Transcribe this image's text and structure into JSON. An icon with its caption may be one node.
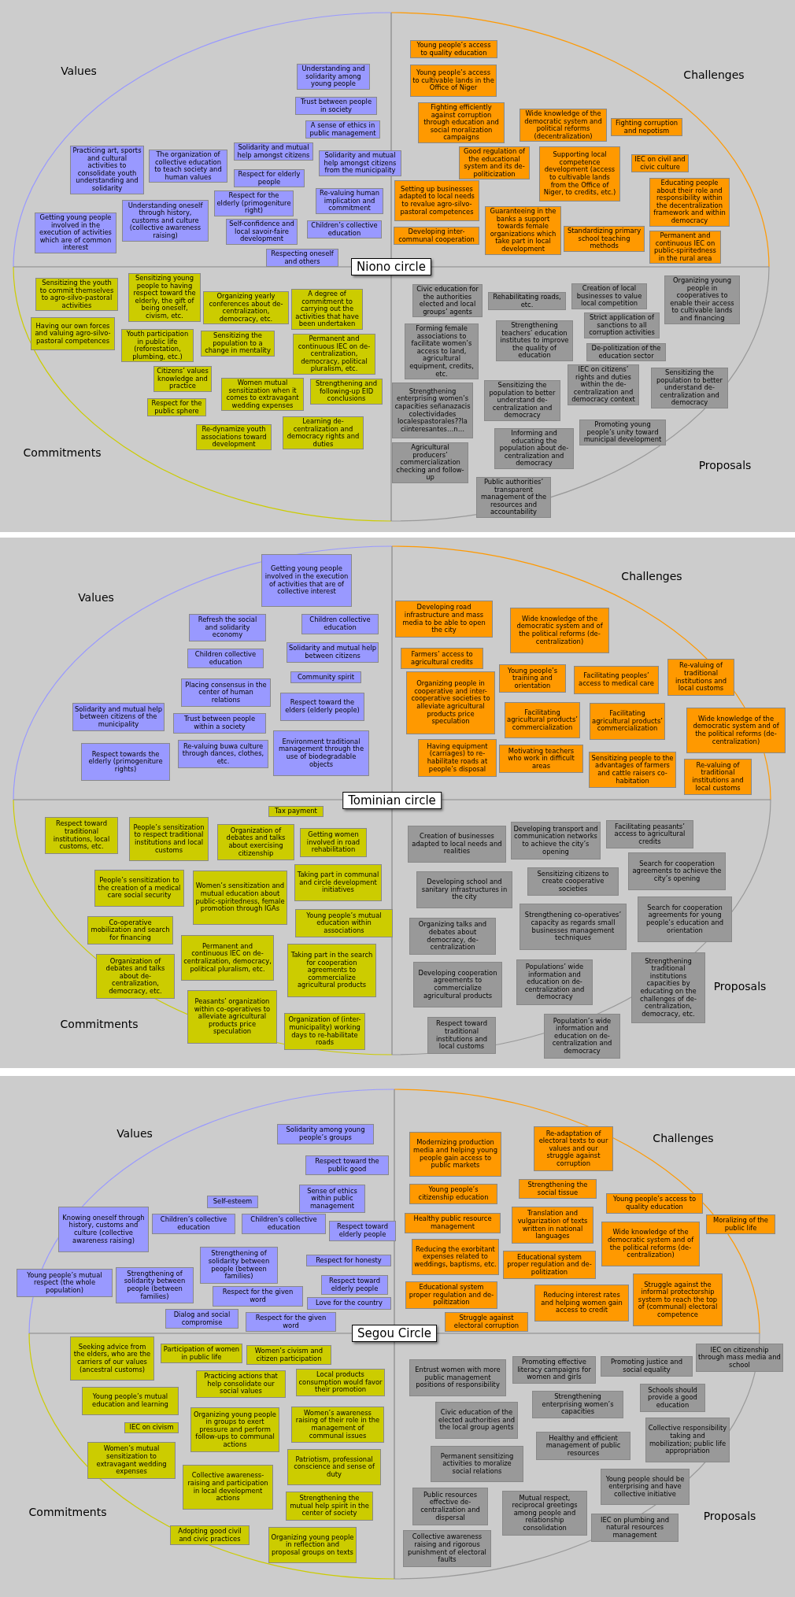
{
  "diagram": {
    "nodes": [
      {
        "text": [
          "Niono circle"
        ]
      },
      {
        "text": [
          "Understanding and solidarity among young people"
        ]
      },
      {
        "text": [
          "Trust between people in society"
        ]
      },
      {
        "text": [
          "A sense of ethics in public management"
        ]
      },
      {
        "text": [
          "Solidarity and mutual help amongst citizens"
        ]
      },
      {
        "text": [
          "Practicing art, sports and cultural activities to consolidate youth understanding and solidarity"
        ]
      },
      {
        "text": [
          "The organization of collective education to teach society and human values"
        ]
      },
      {
        "text": [
          "Solidarity and mutual help amongst citizens from the municipality"
        ]
      },
      {
        "text": [
          "Respect for elderly people"
        ]
      },
      {
        "text": [
          "Respect for the elderly (primogeniture right)"
        ]
      },
      {
        "text": [
          "Re-valuing human implication and commitment"
        ]
      },
      {
        "text": [
          "Understanding oneself through history, customs and culture (collective awareness raising)"
        ]
      },
      {
        "text": [
          "Getting young people involved in the execution of activities which are of common interest"
        ]
      },
      {
        "text": [
          "Self-confidence and local savoir-faire development"
        ]
      },
      {
        "text": [
          "Children’s collective education"
        ]
      },
      {
        "text": [
          "Respecting oneself and others"
        ]
      },
      {
        "text": [
          "Young people’s access to quality education"
        ]
      },
      {
        "text": [
          "Young people’s access to cultivable lands in the Office of Niger"
        ]
      },
      {
        "text": [
          "Fighting efficiently against corruption through education and social moralization campaigns"
        ]
      },
      {
        "text": [
          "Wide knowledge of the democratic system and political reforms (decentralization)"
        ]
      },
      {
        "text": [
          "Fighting corruption and nepotism"
        ]
      },
      {
        "text": [
          "Good regulation of the educational system and its de-politicization"
        ]
      },
      {
        "text": [
          "Supporting local competence development (access to cultivable lands from the Office of Niger, to credits, etc.)"
        ]
      },
      {
        "text": [
          "IEC on civil and civic culture"
        ]
      },
      {
        "text": [
          "Setting up businesses adapted to local needs to revalue agro-silvo-pastoral competences"
        ]
      },
      {
        "text": [
          "Educating people about their role and responsibility within the decentralization framework and within democracy"
        ]
      },
      {
        "text": [
          "Developing inter-communal cooperation"
        ]
      },
      {
        "text": [
          "Guaranteeing in the banks a support towards female organizations which take part in local development"
        ]
      },
      {
        "text": [
          "Standardizing primary school teaching methods"
        ]
      },
      {
        "text": [
          "Permanent and continuous IEC on public-spiritedness in the rural area"
        ]
      },
      {
        "text": [
          "Sensitizing the youth to commit themselves to agro-silvo-pastoral activities"
        ]
      },
      {
        "text": [
          "Sensitizing young people to having respect toward the elderly, the gift of being oneself, civism, etc."
        ]
      },
      {
        "text": [
          "Organizing yearly conferences about de-centralization, democracy, etc."
        ]
      },
      {
        "text": [
          "A degree of commitment to carrying out the activities that have been undertaken"
        ]
      },
      {
        "text": [
          "Having our own forces and valuing agro-silvo-pastoral competences"
        ]
      },
      {
        "text": [
          "Youth participation in public life (reforestation, plumbing, etc.)"
        ]
      },
      {
        "text": [
          "Sensitizing the population to a change in mentality"
        ]
      },
      {
        "text": [
          "Permanent and continuous IEC on de-centralization, democracy, political pluralism, etc."
        ]
      },
      {
        "text": [
          "Citizens’ values knowledge and practice"
        ]
      },
      {
        "text": [
          "Women mutual sensitization when it comes to extravagant wedding expenses"
        ]
      },
      {
        "text": [
          "Strengthening and following-up EID conclusions"
        ]
      },
      {
        "text": [
          "Respect for the public sphere"
        ]
      },
      {
        "text": [
          "Re-dynamize youth associations toward development"
        ]
      },
      {
        "text": [
          "Learning de-centralization and democracy rights and duties"
        ]
      },
      {
        "text": [
          "Civic education for the authorities elected and local groups’ agents"
        ]
      },
      {
        "text": [
          "Rehabilitating roads, etc."
        ]
      },
      {
        "text": [
          "Creation of local businesses to value local competition"
        ]
      },
      {
        "text": [
          "Organizing young people in cooperatives to enable their access to cultivable lands and financing"
        ]
      },
      {
        "text": [
          "Forming female associations to facilitate women’s access to land, agricultural equipment, credits, etc."
        ]
      },
      {
        "text": [
          "Strengthening teachers’ education institutes to improve the quality of education"
        ]
      },
      {
        "text": [
          "Strict application of sanctions to all corruption activities"
        ]
      },
      {
        "text": [
          "De-politization of the education sector"
        ]
      },
      {
        "text": [
          "Strengthening enterprising women’s capacities señanazacis colectividades localespastorales??la ciinteresantes…n…"
        ]
      },
      {
        "text": [
          "Sensitizing the population to better understand de-centralization and democracy"
        ]
      },
      {
        "text": [
          "IEC on citizens’ rights and duties within the de-centralization and democracy context"
        ]
      },
      {
        "text": [
          "Sensitizing the population to better understand de-centralization and democracy"
        ]
      },
      {
        "text": [
          "Agricultural producers’ commercialization checking and follow-up"
        ]
      },
      {
        "text": [
          "Informing and educating the population about de-centralization and democracy"
        ]
      },
      {
        "text": [
          "Promoting young people’s unity toward municipal development"
        ]
      },
      {
        "text": [
          "Public authorities’ transparent management of the resources and accountability"
        ]
      },
      {
        "text": [
          "Tominian circle"
        ]
      },
      {
        "text": [
          "Getting young people involved in the execution of activities that are of collective interest"
        ]
      },
      {
        "text": [
          "Refresh the social and solidarity economy"
        ]
      },
      {
        "text": [
          "Children collective education"
        ]
      },
      {
        "text": [
          "Children collective education"
        ]
      },
      {
        "text": [
          "Solidarity and mutual help between citizens"
        ]
      },
      {
        "text": [
          "Community spirit"
        ]
      },
      {
        "text": [
          "Placing consensus in the center of human relations"
        ]
      },
      {
        "text": [
          "Respect toward the elders (elderly people)"
        ]
      },
      {
        "text": [
          "Solidarity and mutual help between citizens of the municipality"
        ]
      },
      {
        "text": [
          "Trust between people within a society"
        ]
      },
      {
        "text": [
          "Environment traditional management through the use of biodegradable objects"
        ]
      },
      {
        "text": [
          "Respect towards the elderly (primogeniture rights)"
        ]
      },
      {
        "text": [
          "Re-valuing buwa culture through dances, clothes, etc."
        ]
      },
      {
        "text": [
          "Developing road infrastructure and mass media to be able to open the city"
        ]
      },
      {
        "text": [
          "Wide knowledge of the democratic system and of the political reforms (de-centralization)"
        ]
      },
      {
        "text": [
          "Farmers’ access to agricultural credits"
        ]
      },
      {
        "text": [
          "Young people’s training and orientation"
        ]
      },
      {
        "text": [
          "Facilitating peoples’ access to medical care"
        ]
      },
      {
        "text": [
          "Re-valuing of traditional institutions and local customs"
        ]
      },
      {
        "text": [
          "Organizing people in cooperative and inter-cooperative societies to alleviate agricultural products price speculation"
        ]
      },
      {
        "text": [
          "Facilitating agricultural products’ commercialization"
        ]
      },
      {
        "text": [
          "Facilitating agricultural products’ commercialization"
        ]
      },
      {
        "text": [
          "Wide knowledge of the democratic system and of the political reforms (de-centralization)"
        ]
      },
      {
        "text": [
          "Having equipment (carriages) to re-habilitate roads at people’s disposal"
        ]
      },
      {
        "text": [
          "Motivating teachers who work in difficult areas"
        ]
      },
      {
        "text": [
          "Sensitizing people to the advantages of farmers and cattle raisers co-habitation"
        ]
      },
      {
        "text": [
          "Re-valuing of traditional institutions and local customs"
        ]
      },
      {
        "text": [
          "Tax payment"
        ]
      },
      {
        "text": [
          "Respect toward traditional institutions, local customs, etc."
        ]
      },
      {
        "text": [
          "People’s sensitization to respect traditional institutions and local customs"
        ]
      },
      {
        "text": [
          "Organization of debates and talks about exercising citizenship"
        ]
      },
      {
        "text": [
          "Getting women involved in road rehabilitation"
        ]
      },
      {
        "text": [
          "People’s sensitization to the creation of a medical care social security"
        ]
      },
      {
        "text": [
          "Women’s sensitization and mutual education about public-spiritedness, female promotion through IGAs"
        ]
      },
      {
        "text": [
          "Taking part in communal and circle development initiatives"
        ]
      },
      {
        "text": [
          "Co-operative mobilization and search for financing"
        ]
      },
      {
        "text": [
          "Young people’s mutual education within associations"
        ]
      },
      {
        "text": [
          "Permanent and continuous IEC on de-centralization, democracy, political pluralism, etc."
        ]
      },
      {
        "text": [
          "Organization of debates and talks about de-centralization, democracy, etc."
        ]
      },
      {
        "text": [
          "Taking part in the search for cooperation agreements to commercialize agricultural products"
        ]
      },
      {
        "text": [
          "Peasants’ organization within co-operatives to alleviate agricultural products price speculation"
        ]
      },
      {
        "text": [
          "Organization of (inter-municipality) working days to re-habilitate roads"
        ]
      },
      {
        "text": [
          "Creation of businesses adapted to local needs and realities"
        ]
      },
      {
        "text": [
          "Developing transport and communication networks to achieve the city’s opening"
        ]
      },
      {
        "text": [
          "Facilitating peasants’ access to agricultural credits"
        ]
      },
      {
        "text": [
          "Developing school and sanitary infrastructures in the city"
        ]
      },
      {
        "text": [
          "Sensitizing citizens to create cooperative societies"
        ]
      },
      {
        "text": [
          "Search for cooperation agreements to achieve the city’s opening"
        ]
      },
      {
        "text": [
          "Organizing talks and debates about democracy, de-centralization"
        ]
      },
      {
        "text": [
          "Strengthening co-operatives’ capacity as regards small businesses management techniques"
        ]
      },
      {
        "text": [
          "Search for cooperation agreements for young people’s education and orientation"
        ]
      },
      {
        "text": [
          "Developing cooperation agreements to commercialize agricultural products"
        ]
      },
      {
        "text": [
          "Populations’ wide information and education on de-centralization and democracy"
        ]
      },
      {
        "text": [
          "Strengthening traditional institutions capacities by educating on the challenges of de-centralization, democracy, etc."
        ]
      },
      {
        "text": [
          "Respect toward traditional institutions and local customs"
        ]
      },
      {
        "text": [
          "Population’s wide information and education on de-centralization and democracy"
        ]
      },
      {
        "text": [
          "Segou Circle"
        ]
      },
      {
        "text": [
          "Solidarity among young people’s groups"
        ]
      },
      {
        "text": [
          "Respect toward the public good"
        ]
      },
      {
        "text": [
          "Sense of ethics within public management"
        ]
      },
      {
        "text": [
          "Self-esteem"
        ]
      },
      {
        "text": [
          "Knowing oneself through history, customs and culture (collective awareness raising)"
        ]
      },
      {
        "text": [
          "Children’s collective education"
        ]
      },
      {
        "text": [
          "Children’s collective education"
        ]
      },
      {
        "text": [
          "Respect toward elderly people"
        ]
      },
      {
        "text": [
          "Strengthening of solidarity between people (between families)"
        ]
      },
      {
        "text": [
          "Respect for honesty"
        ]
      },
      {
        "text": [
          "Young people’s mutual respect (the whole population)"
        ]
      },
      {
        "text": [
          "Strengthening of solidarity between people (between families)"
        ]
      },
      {
        "text": [
          "Respect toward elderly people"
        ]
      },
      {
        "text": [
          "Respect for the given word"
        ]
      },
      {
        "text": [
          "Love for the country"
        ]
      },
      {
        "text": [
          "Dialog and social compromise"
        ]
      },
      {
        "text": [
          "Respect for the given word"
        ]
      },
      {
        "text": [
          "Modernizing production media and helping young people gain access to public markets"
        ]
      },
      {
        "text": [
          "Re-adaptation of electoral texts to our values and our struggle against corruption"
        ]
      },
      {
        "text": [
          "Strengthening the social tissue"
        ]
      },
      {
        "text": [
          "Young people’s citizenship education"
        ]
      },
      {
        "text": [
          "Young people’s access to quality education"
        ]
      },
      {
        "text": [
          "Moralizing of the public life"
        ]
      },
      {
        "text": [
          "Healthy public resource management"
        ]
      },
      {
        "text": [
          "Translation and vulgarization of texts written in national languages"
        ]
      },
      {
        "text": [
          "Wide knowledge of the democratic system and of the political reforms (de-centralization)"
        ]
      },
      {
        "text": [
          "Reducing the exorbitant expenses related to weddings, baptisms, etc."
        ]
      },
      {
        "text": [
          "Educational system proper regulation and de-politization"
        ]
      },
      {
        "text": [
          "Educational system proper regulation and de-politization"
        ]
      },
      {
        "text": [
          "Reducing interest rates and helping women gain access to credit"
        ]
      },
      {
        "text": [
          "Struggle against the informal protectorship system to reach the top of (communal) electoral competence"
        ]
      },
      {
        "text": [
          "Struggle against electoral corruption"
        ]
      },
      {
        "text": [
          "Seeking advice from the elders, who are the carriers of our values (ancestral customs)"
        ]
      },
      {
        "text": [
          "Participation of women in public life"
        ]
      },
      {
        "text": [
          "Women’s civism and citizen participation"
        ]
      },
      {
        "text": [
          "Practicing actions that help consolidate our social values"
        ]
      },
      {
        "text": [
          "Local products consumption would favor their promotion"
        ]
      },
      {
        "text": [
          "Young people’s mutual education and learning"
        ]
      },
      {
        "text": [
          "IEC on civism"
        ]
      },
      {
        "text": [
          "Organizing young people in groups to exert pressure and perform follow-ups to communal actions"
        ]
      },
      {
        "text": [
          "Women’s awareness raising of their role in the management of communal issues"
        ]
      },
      {
        "text": [
          "Women’s mutual sensitization to extravagant wedding expenses"
        ]
      },
      {
        "text": [
          "Patriotism, professional conscience and sense of duty"
        ]
      },
      {
        "text": [
          "Collective awareness-raising and participation in local development actions"
        ]
      },
      {
        "text": [
          "Strengthening the mutual help spirit in the center of society"
        ]
      },
      {
        "text": [
          "Adopting good civil and civic practices"
        ]
      },
      {
        "text": [
          "Organizing young people in reflection and proposal groups on texts"
        ]
      },
      {
        "text": [
          "Entrust women with more public management positions of responsibility"
        ]
      },
      {
        "text": [
          "Promoting effective literacy campaigns for women and girls"
        ]
      },
      {
        "text": [
          "Promoting justice and social equality"
        ]
      },
      {
        "text": [
          "IEC on citizenship through mass media and school"
        ]
      },
      {
        "text": [
          "Civic education of the elected authorities and the local group agents"
        ]
      },
      {
        "text": [
          "Strengthening enterprising women’s capacities"
        ]
      },
      {
        "text": [
          "Schools should provide a good education"
        ]
      },
      {
        "text": [
          "Collective responsibility taking and mobilization; public life appropriation"
        ]
      },
      {
        "text": [
          "Healthy and efficient management of public resources"
        ]
      },
      {
        "text": [
          "Permanent sensitizing activities to moralize social relations"
        ]
      },
      {
        "text": [
          "Young people should be enterprising and have collective initiative"
        ]
      },
      {
        "text": [
          "Public resources effective de-centralization and dispersal"
        ]
      },
      {
        "text": [
          "Mutual respect, reciprocal greetings among people and relationship consolidation"
        ]
      },
      {
        "text": [
          "IEC on plumbing and natural resources management"
        ]
      },
      {
        "text": [
          "Collective awareness raising and rigorous punishment of electoral faults"
        ]
      }
    ],
    "labels": [
      "Values",
      "Challenges",
      "Commitments",
      "Proposals",
      "Values",
      "Challenges",
      "Commitments",
      "Proposals",
      "Values",
      "Challenges",
      "Commitments",
      "Proposals"
    ]
  }
}
